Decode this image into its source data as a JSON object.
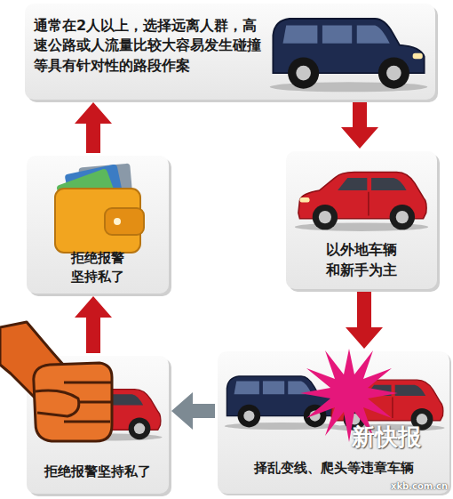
{
  "diagram": {
    "nodes": [
      {
        "text": [
          "通常在2人以上，选择远离人群，高速公路或人流量比较大容易发生碰撞等具有针对性的路段作案"
        ]
      },
      {
        "text": [
          "以外地车辆 和新手为主"
        ]
      },
      {
        "text": [
          "择乱变线、爬头等违章车辆"
        ]
      },
      {
        "text": [
          "拒绝报警坚持私了"
        ]
      },
      {
        "text": [
          "拒绝报警 坚持私了"
        ]
      }
    ],
    "edges": [
      {
        "from": 0,
        "to": 1,
        "arrow": "to"
      },
      {
        "from": 1,
        "to": 2,
        "arrow": "to"
      },
      {
        "from": 2,
        "to": 3,
        "arrow": "to"
      },
      {
        "from": 3,
        "to": 4,
        "arrow": "to"
      },
      {
        "from": 4,
        "to": 0,
        "arrow": "to"
      }
    ],
    "labels": [
      "新快报",
      "xkb.com.cn"
    ]
  }
}
